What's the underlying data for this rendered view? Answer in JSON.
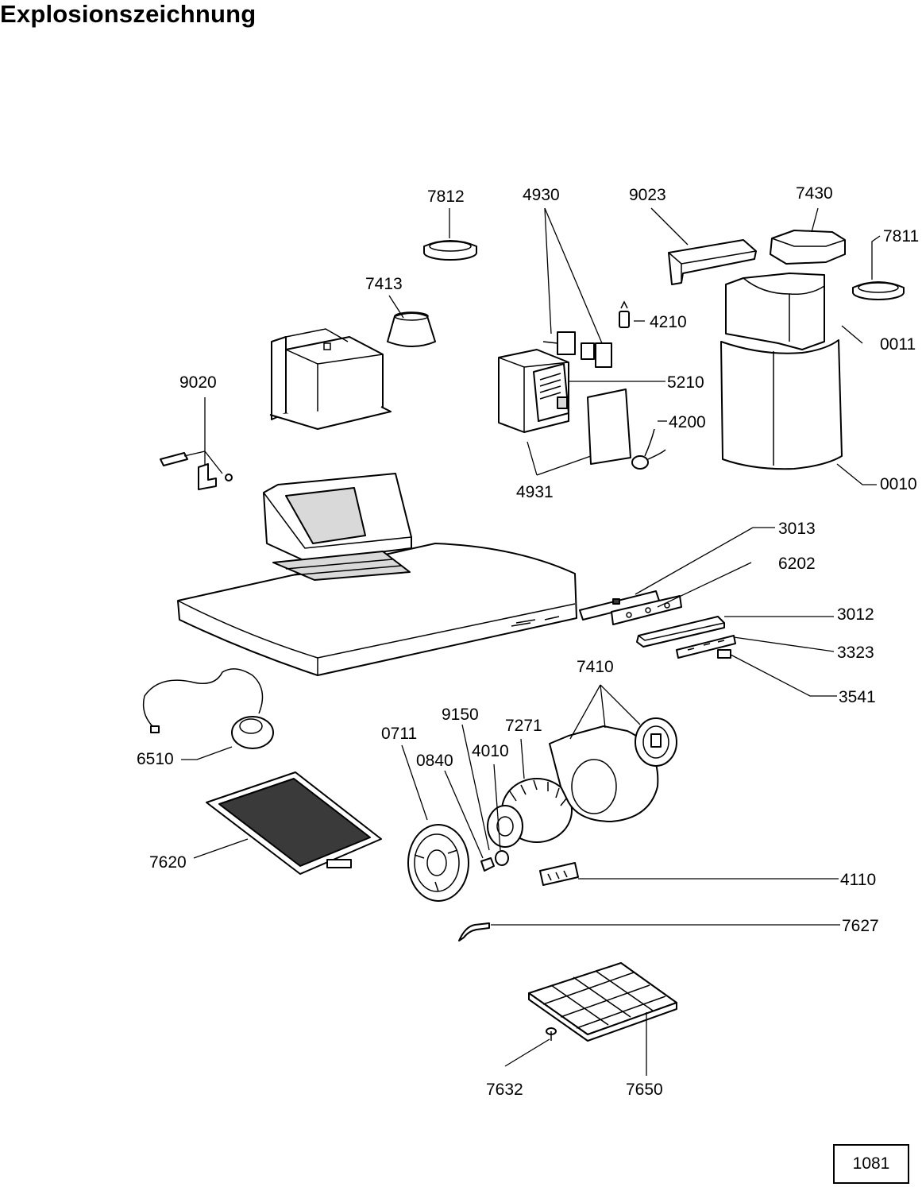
{
  "document": {
    "title": "Explosionszeichnung",
    "page_number": "1081"
  },
  "part_labels": {
    "p7812": "7812",
    "p4930": "4930",
    "p9023": "9023",
    "p7430": "7430",
    "p7811": "7811",
    "p7413": "7413",
    "p4210": "4210",
    "p0011": "0011",
    "p9020": "9020",
    "p5210": "5210",
    "p4200": "4200",
    "p0010": "0010",
    "p4931": "4931",
    "p3013": "3013",
    "p6202": "6202",
    "p3012": "3012",
    "p3323": "3323",
    "p7410": "7410",
    "p3541": "3541",
    "p9150": "9150",
    "p0711": "0711",
    "p7271": "7271",
    "p0840": "0840",
    "p4010": "4010",
    "p6510": "6510",
    "p7620": "7620",
    "p4110": "4110",
    "p7627": "7627",
    "p7632": "7632",
    "p7650": "7650"
  }
}
